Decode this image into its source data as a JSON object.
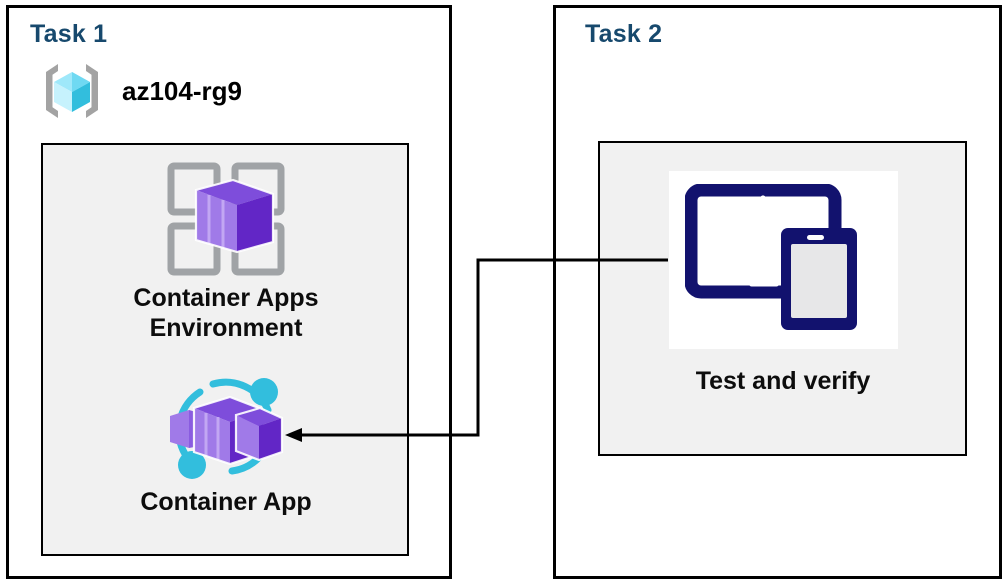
{
  "diagram": {
    "title": "Azure Container Apps task diagram",
    "background": "#ffffff",
    "accent_blue": "#17496d",
    "panel_fill": "#f1f1f1",
    "purple": "#8661c5",
    "purple_dark": "#6f2fcf",
    "cyan": "#32bedd",
    "navy": "#12126e",
    "grey_outline": "#a0a3a6"
  },
  "tasks": [
    {
      "id": "task-1",
      "title": "Task 1",
      "resource_group": {
        "name": "az104-rg9",
        "icon": "resource-group-icon"
      },
      "nodes": [
        {
          "id": "container-apps-environment",
          "label": "Container Apps\nEnvironment",
          "icon": "container-apps-environment-icon"
        },
        {
          "id": "container-app",
          "label": "Container App",
          "icon": "container-app-icon"
        }
      ]
    },
    {
      "id": "task-2",
      "title": "Task 2",
      "nodes": [
        {
          "id": "test-and-verify",
          "label": "Test and verify",
          "icon": "devices-tablet-phone-icon"
        }
      ]
    }
  ],
  "connector": {
    "id": "connector-test-to-container-app",
    "from": "test-and-verify",
    "to": "container-app",
    "arrow_direction": "left",
    "style": "orthogonal"
  }
}
